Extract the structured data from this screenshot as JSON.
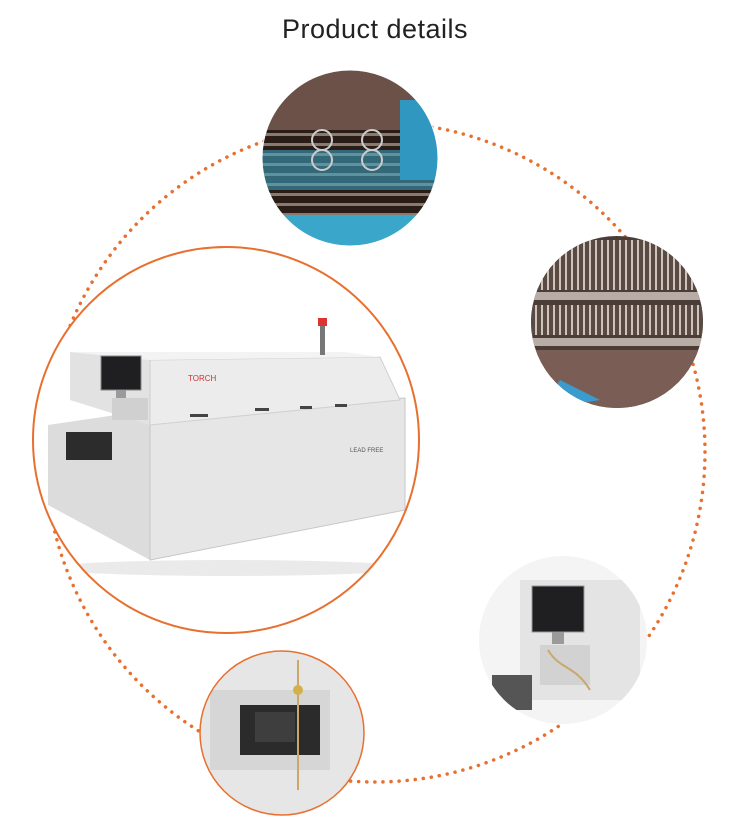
{
  "page": {
    "title": "Product details"
  },
  "colors": {
    "dotted_ring": "#e8702f",
    "main_ring": "#e8702f",
    "machine_body": "#e9e9e9",
    "conveyor_blue": "#3aa6c9"
  },
  "images": {
    "main_machine": "reflow-oven-machine",
    "detail_1": "conveyor-mesh-closeup",
    "detail_2": "heating-wire-closeup",
    "detail_3": "control-monitor-closeup",
    "detail_4": "entrance-rail-closeup"
  },
  "machine": {
    "brand_text": "TORCH",
    "model_text": "LEAD FREE"
  }
}
